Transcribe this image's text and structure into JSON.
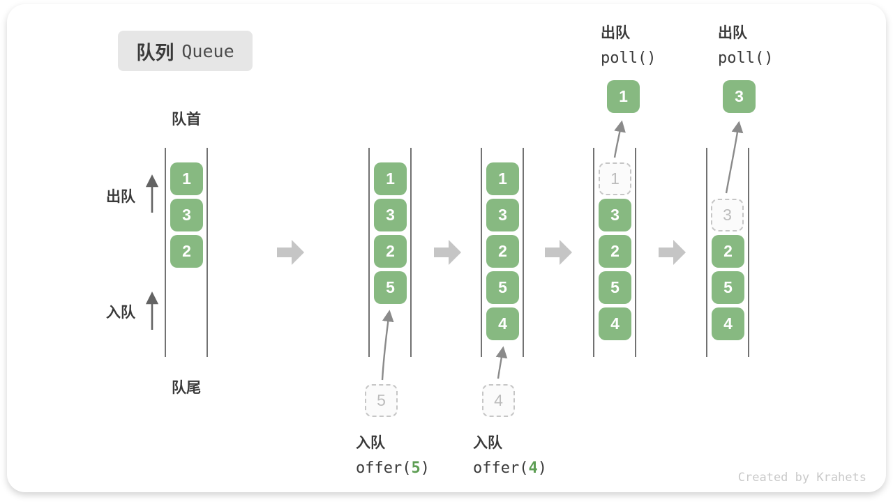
{
  "title_badge": {
    "zh": "队列",
    "en": "Queue"
  },
  "labels": {
    "front": "队首",
    "rear": "队尾",
    "dequeue_side": "出队",
    "enqueue_side": "入队"
  },
  "queues": [
    {
      "cells": [
        "1",
        "3",
        "2"
      ]
    },
    {
      "cells": [
        "1",
        "3",
        "2",
        "5"
      ],
      "incoming": "5"
    },
    {
      "cells": [
        "1",
        "3",
        "2",
        "5",
        "4"
      ],
      "incoming": "4"
    },
    {
      "ghost": "1",
      "cells": [
        "3",
        "2",
        "5",
        "4"
      ],
      "popped": "1"
    },
    {
      "ghost": "3",
      "cells": [
        "2",
        "5",
        "4"
      ],
      "popped": "3"
    }
  ],
  "operations": {
    "offer5": {
      "line1": "入队",
      "fn_open": "offer(",
      "arg": "5",
      "fn_close": ")"
    },
    "offer4": {
      "line1": "入队",
      "fn_open": "offer(",
      "arg": "4",
      "fn_close": ")"
    },
    "poll1": {
      "line1": "出队",
      "line2": "poll()"
    },
    "poll3": {
      "line1": "出队",
      "line2": "poll()"
    }
  },
  "watermark": "Created by Krahets",
  "colors": {
    "cell_green": "#87b981",
    "code_green": "#5e9e54",
    "text_dark": "#3a3a3a",
    "ghost_border": "#c6c6c6",
    "ghost_text": "#bcbcbc",
    "block_arrow": "#c5c5c5",
    "thin_arrow": "#8a8a8a",
    "line": "#4e4e4e",
    "badge_bg": "#e6e6e6",
    "watermark": "#c9c9c9"
  }
}
